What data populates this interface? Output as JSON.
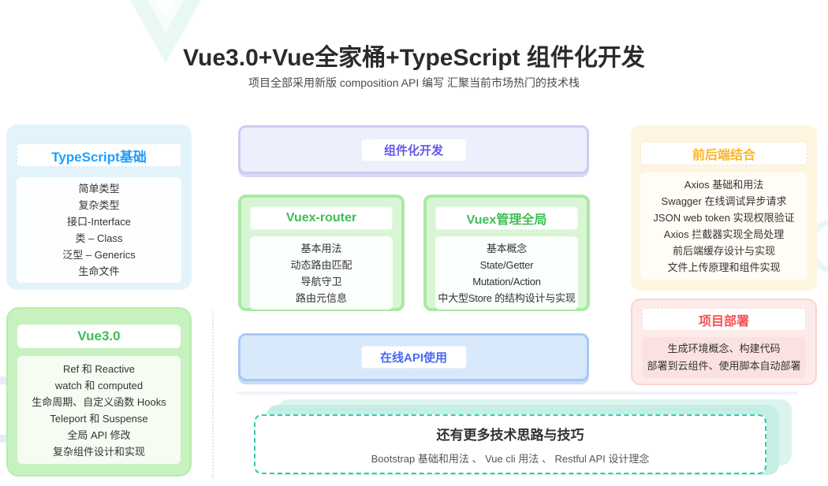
{
  "header": {
    "title": "Vue3.0+Vue全家桶+TypeScript 组件化开发",
    "subtitle": "项目全部采用新版 composition API 编写 汇聚当前市场热门的技术栈"
  },
  "left_column": {
    "typescript": {
      "title": "TypeScript基础",
      "accent_color": "#1e9fff",
      "items": [
        "简单类型",
        "复杂类型",
        "接口-Interface",
        "类 – Class",
        "泛型 – Generics",
        "生命文件"
      ]
    },
    "vue3": {
      "title": "Vue3.0",
      "accent_color": "#3fbe54",
      "items": [
        "Ref 和 Reactive",
        "watch 和 computed",
        "生命周期、自定义函数 Hooks",
        "Teleport 和 Suspense",
        "全局 API 修改",
        "复杂组件设计和实现"
      ]
    }
  },
  "middle_column": {
    "component_dev": {
      "title": "组件化开发",
      "accent_color": "#6458e8"
    },
    "vuex_router": {
      "title": "Vuex-router",
      "accent_color": "#3fbe54",
      "items": [
        "基本用法",
        "动态路由匹配",
        "导航守卫",
        "路由元信息"
      ]
    },
    "vuex_global": {
      "title": "Vuex管理全局",
      "accent_color": "#3fbe54",
      "items": [
        "基本概念",
        "State/Getter",
        "Mutation/Action",
        "中大型Store 的结构设计与实现"
      ]
    },
    "online_api": {
      "title": "在线API使用",
      "accent_color": "#4a68f0"
    }
  },
  "right_column": {
    "frontend_backend": {
      "title": "前后端结合",
      "accent_color": "#ffb41d",
      "items": [
        "Axios 基础和用法",
        "Swagger 在线调试异步请求",
        "JSON web token 实现权限验证",
        "Axios 拦截器实现全局处理",
        "前后端缓存设计与实现",
        "文件上传原理和组件实现"
      ]
    },
    "deployment": {
      "title": "项目部署",
      "accent_color": "#f45052",
      "items": [
        "生成环境概念、构建代码",
        "部署到云组件、使用脚本自动部署"
      ]
    }
  },
  "footer": {
    "more": {
      "title": "还有更多技术思路与技巧",
      "subtitle": "Bootstrap 基础和用法 、 Vue cli 用法 、 Restful API 设计理念",
      "accent_color": "#2fcbaf"
    }
  },
  "decorations": {
    "watermark_icon": "vue-logo-icon"
  }
}
